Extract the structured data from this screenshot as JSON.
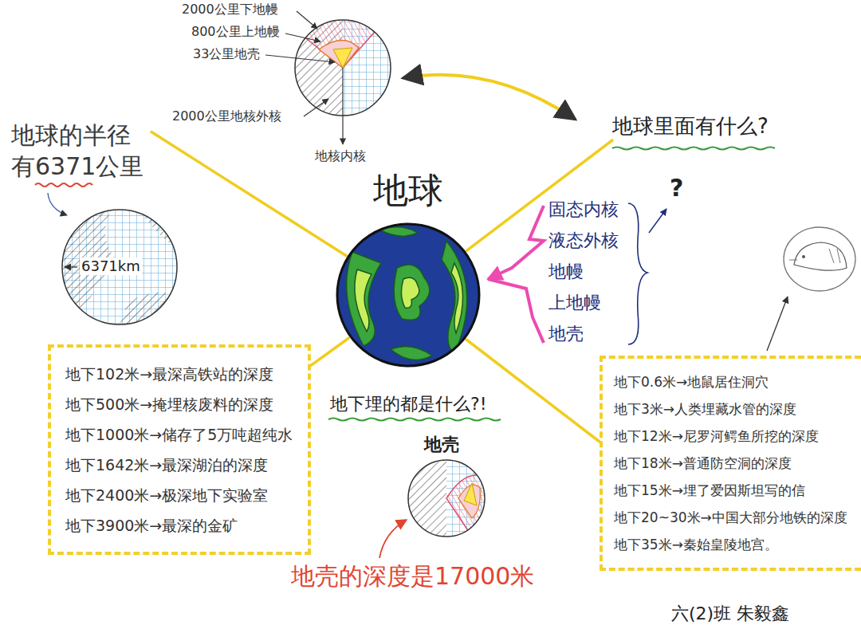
{
  "diagram": {
    "nodes": [
      {
        "text": [
          "地球"
        ]
      },
      {
        "text": [
          "地球的半径 有6371公里"
        ]
      },
      {
        "text": [
          "地球里面有什么?"
        ]
      },
      {
        "text": [
          "地下102米→最深高铁站的深度",
          "地下500米→掩埋核废料的深度",
          "地下1000米→储存了5万吨超纯水",
          "地下1642米→最深湖泊的深度",
          "地下2400米→极深地下实验室",
          "地下3900米→最深的金矿"
        ]
      },
      {
        "text": [
          "地下0.6米→地鼠居住洞穴",
          "地下3米→人类埋藏水管的深度",
          "地下12米→尼罗河鳄鱼所挖的深度",
          "地下18米→普通防空洞的深度",
          "地下15米→埋了爱因斯坦写的信",
          "地下20~30米→中国大部分地铁的深度",
          "地下35米→秦始皇陵地宫。"
        ]
      }
    ],
    "edges": [
      {
        "from": 0,
        "to": 1,
        "arrow": "none"
      },
      {
        "from": 0,
        "to": 2,
        "arrow": "none"
      },
      {
        "from": 0,
        "to": 3,
        "arrow": "none"
      },
      {
        "from": 0,
        "to": 4,
        "arrow": "none"
      }
    ],
    "labels": [
      "2000公里下地幔",
      "800公里上地幔",
      "33公里地壳",
      "2000公里地核外核",
      "地核内核",
      "6371km",
      "固态内核",
      "液态外核",
      "地幔",
      "上地幔",
      "地壳",
      "?",
      "地下埋的都是什么?!",
      "地壳",
      "地壳的深度是17000米",
      "六(2)班 朱毅鑫"
    ]
  }
}
